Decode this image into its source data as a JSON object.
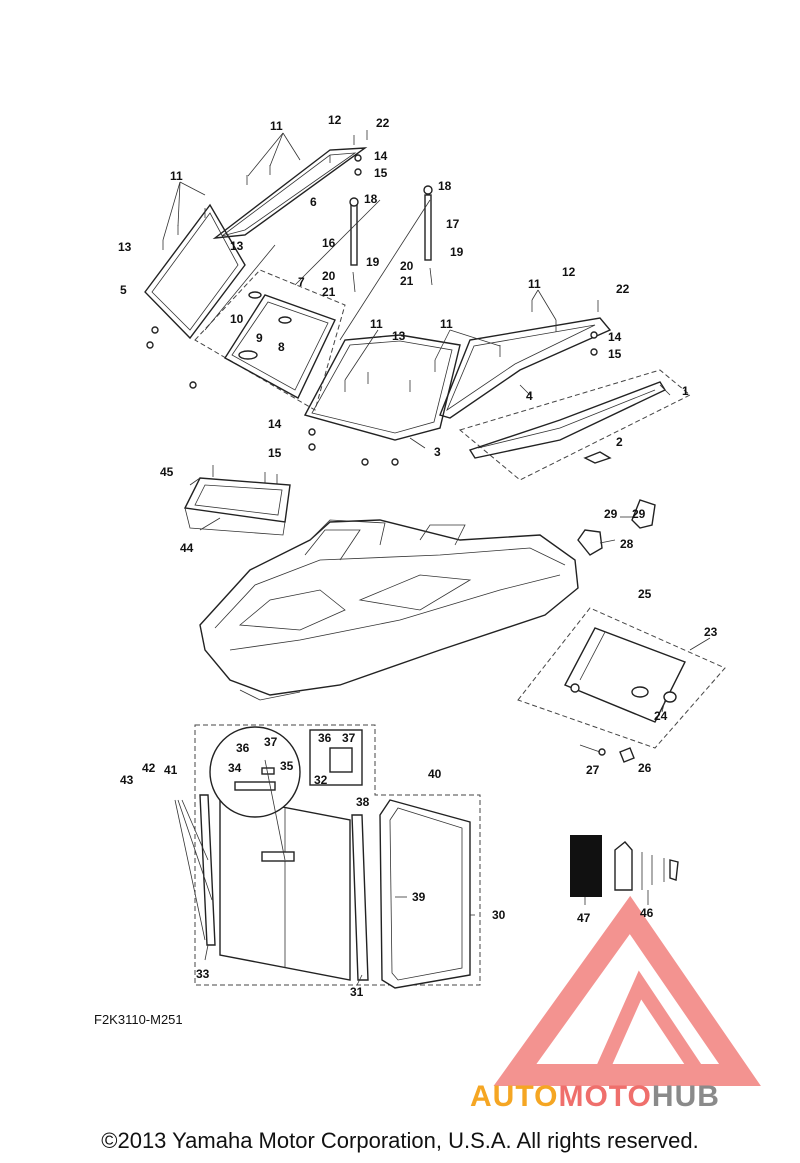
{
  "diagram": {
    "code": "F2K3110-M251",
    "copyright": "©2013 Yamaha Motor Corporation, U.S.A. All rights reserved.",
    "watermark": {
      "parts": [
        "AUTO",
        "MOTO",
        "HUB"
      ],
      "colors": [
        "#f5a623",
        "#ef6f6c",
        "#8a8a8a"
      ]
    },
    "callouts": [
      "1",
      "2",
      "3",
      "4",
      "5",
      "6",
      "7",
      "8",
      "9",
      "10",
      "11",
      "12",
      "13",
      "14",
      "15",
      "16",
      "17",
      "18",
      "19",
      "20",
      "21",
      "22",
      "23",
      "24",
      "25",
      "26",
      "27",
      "28",
      "29",
      "30",
      "31",
      "32",
      "33",
      "34",
      "35",
      "36",
      "37",
      "38",
      "39",
      "40",
      "41",
      "42",
      "43",
      "44",
      "45",
      "46",
      "47"
    ]
  }
}
